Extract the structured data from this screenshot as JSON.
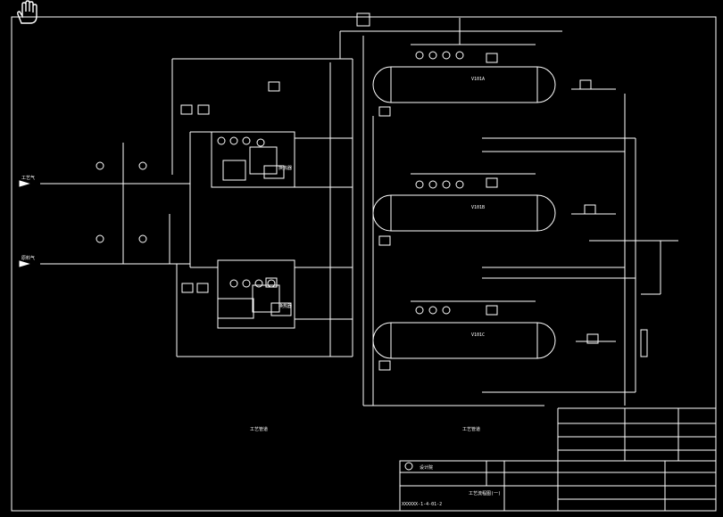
{
  "drawing": {
    "background": "#000000",
    "line_color": "#ffffff",
    "tool_icon": "hand-pan-icon"
  },
  "labels": {
    "inlet_top": "工艺气",
    "inlet_bottom": "原料气",
    "bottom_note_left": "工艺管道",
    "bottom_note_right": "工艺管道",
    "title_tag": "工艺流程图(一)",
    "drawing_no": "XXXXXX-1-4-01-2",
    "company": "设计院",
    "vessel_1": "V101A",
    "vessel_2": "V101B",
    "vessel_3": "V101C",
    "box_1": "换热器",
    "box_2": "换热器"
  }
}
